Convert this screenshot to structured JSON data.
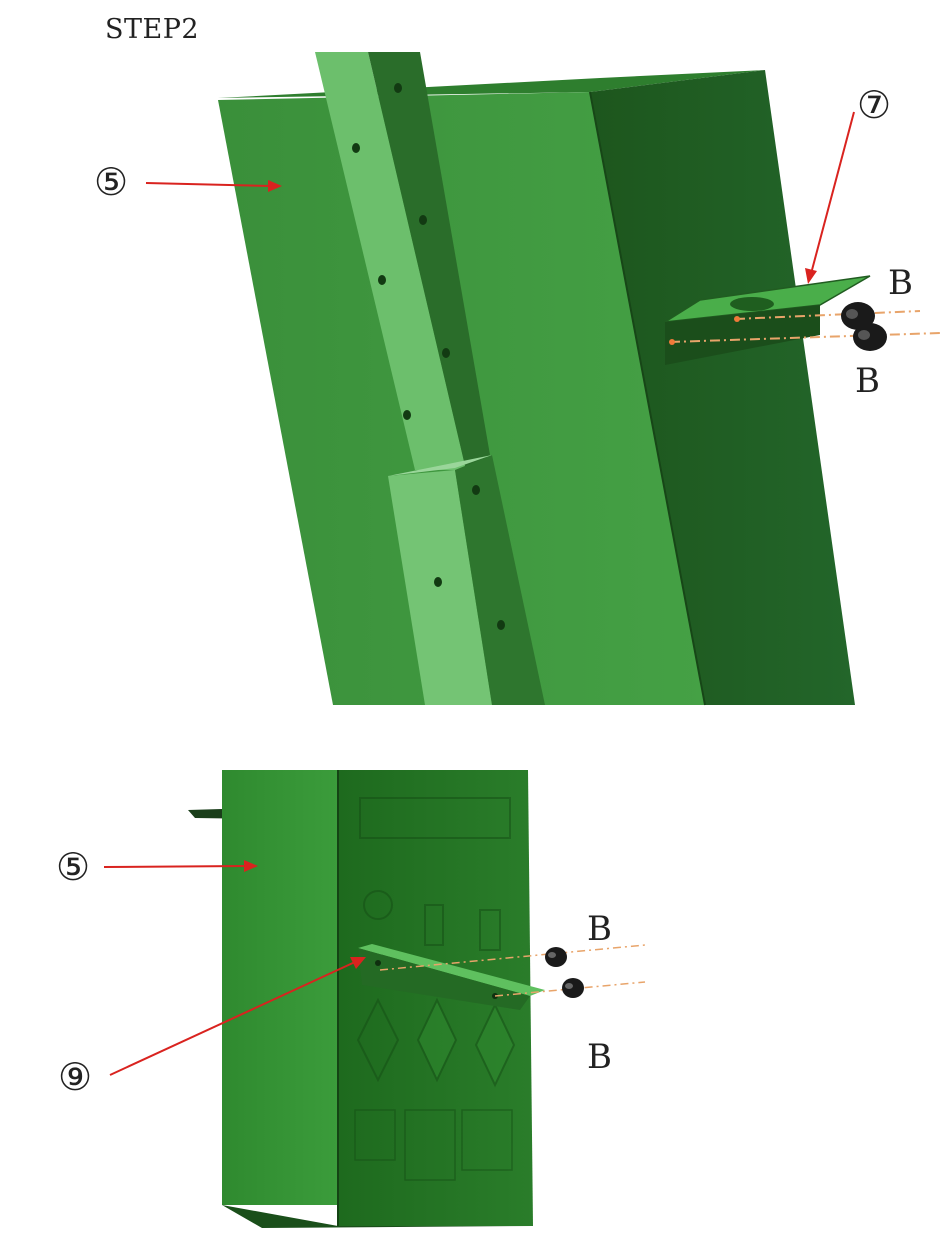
{
  "title": "STEP2",
  "parts": {
    "top_panel": "⑤",
    "top_bracket": "⑦",
    "bottom_panel": "⑤",
    "bottom_bracket": "⑨"
  },
  "screws": {
    "top_upper": "B",
    "top_lower": "B",
    "bottom_upper": "B",
    "bottom_lower": "B"
  },
  "colors": {
    "panel_front": "#3e9a3e",
    "panel_side": "#1f5e1f",
    "strip_light": "#6cbf6c",
    "strip_dark": "#2a6d2a",
    "arrow": "#d9231f",
    "screw_guide": "#e8a46a",
    "screw": "#1a1a1a"
  }
}
